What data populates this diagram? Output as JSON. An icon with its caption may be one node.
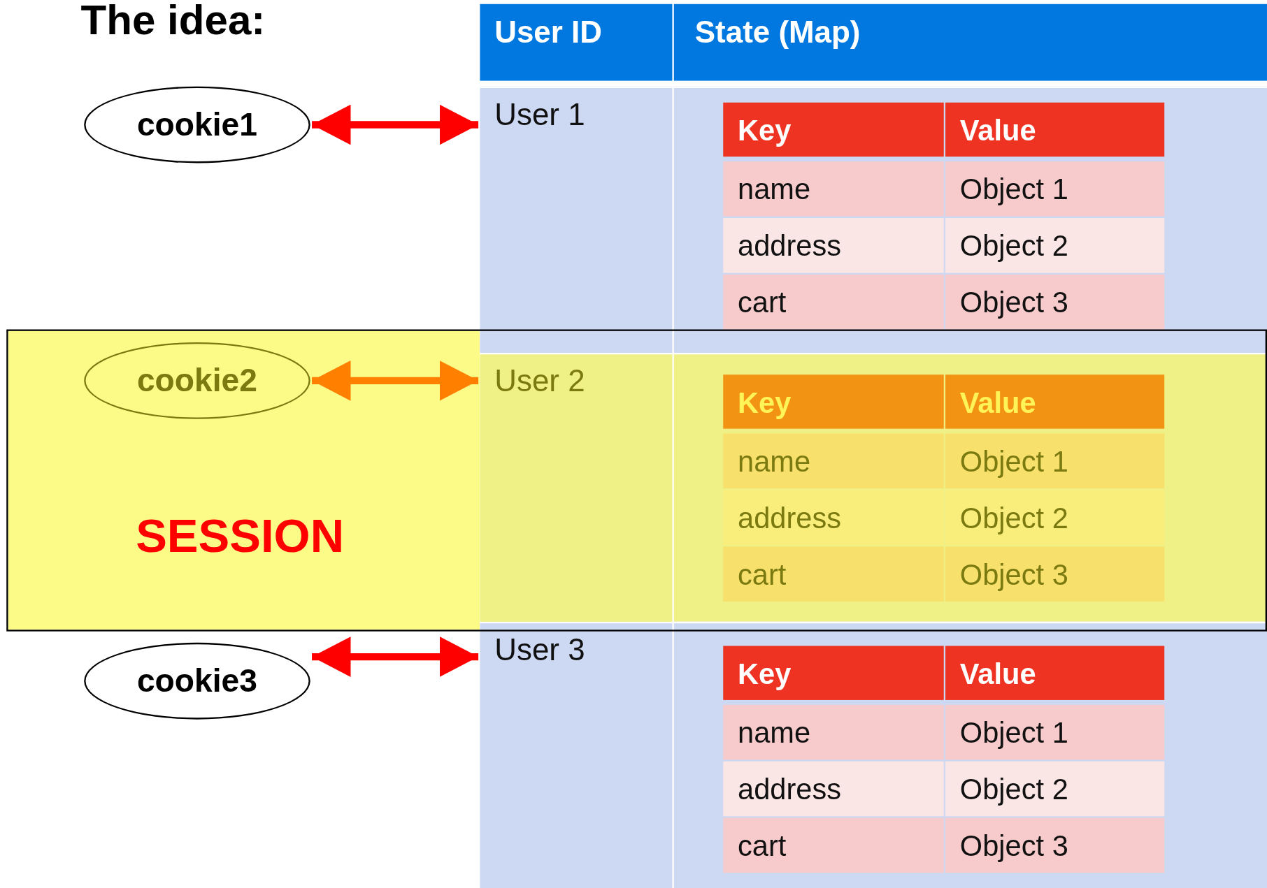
{
  "diagram": {
    "title": "The idea:",
    "nodes": [
      {
        "text": [
          "cookie1"
        ]
      },
      {
        "text": [
          "User 1"
        ]
      },
      {
        "text": [
          "SESSION"
        ]
      },
      {
        "text": [
          "cookie2"
        ],
        "in": 2
      },
      {
        "text": [
          "User 2"
        ],
        "in": 2
      },
      {
        "text": [
          "cookie3"
        ]
      },
      {
        "text": [
          "User 3"
        ]
      }
    ],
    "edges": [
      {
        "from": 0,
        "to": 1,
        "arrow": "both"
      },
      {
        "from": 3,
        "to": 4,
        "arrow": "both",
        "color": "#ff7f00"
      },
      {
        "from": 5,
        "to": 6,
        "arrow": "both"
      }
    ],
    "labels": [
      "User ID",
      "State (Map)",
      "Key",
      "Value",
      "name",
      "Object 1",
      "address",
      "Object 2",
      "cart",
      "Object 3",
      "Key",
      "Value",
      "name",
      "Object 1",
      "address",
      "Object 2",
      "cart",
      "Object 3",
      "Key",
      "Value",
      "name",
      "Object 1",
      "address",
      "Object 2",
      "cart",
      "Object 3"
    ]
  }
}
